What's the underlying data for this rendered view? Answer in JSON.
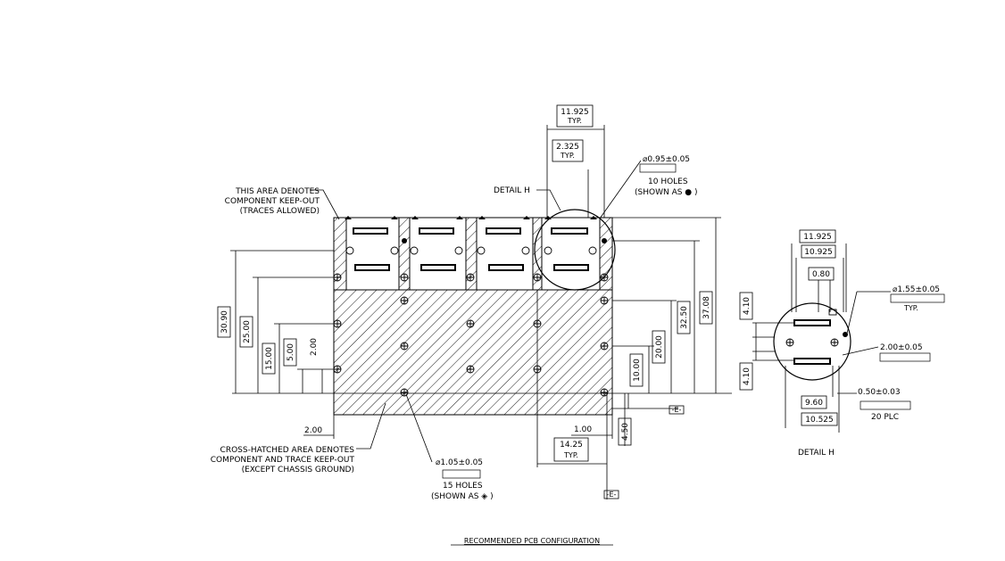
{
  "title": "RECOMMENDED PCB CONFIGURATION",
  "notes": {
    "keepout_component": [
      "THIS AREA DENOTES",
      "COMPONENT KEEP-OUT",
      "(TRACES ALLOWED)"
    ],
    "keepout_crosshatch": [
      "CROSS-HATCHED AREA DENOTES",
      "COMPONENT AND TRACE KEEP-OUT",
      "(EXCEPT CHASSIS GROUND)"
    ],
    "detail_callout": "DETAIL H",
    "detail_label": "DETAIL H"
  },
  "holes": {
    "small": {
      "diameter": "⌀0.95±0.05",
      "count": "10 HOLES",
      "shown_as": "(SHOWN AS ● )"
    },
    "large": {
      "diameter": "⌀1.05±0.05",
      "count": "15 HOLES",
      "shown_as": "(SHOWN AS ◈ )"
    }
  },
  "main_dims": {
    "top_typ": "11.925",
    "top_typ_note": "TYP.",
    "top_small": "2.325",
    "top_small_note": "TYP.",
    "d3090": "30.90",
    "d2500": "25.00",
    "d1500": "15.00",
    "d500": "5.00",
    "d200v": "2.00",
    "d3708": "37.08",
    "d3250": "32.50",
    "d2000": "20.00",
    "d1000": "10.00",
    "d200h": "2.00",
    "d100": "1.00",
    "d450": "4.50",
    "d1425": "14.25",
    "d1425_note": "TYP."
  },
  "detail_dims": {
    "d11925": "11.925",
    "d10925": "10.925",
    "d080": "0.80",
    "d410a": "4.10",
    "d410b": "4.10",
    "d960": "9.60",
    "d10525": "10.525",
    "hole_a": "⌀1.55±0.05",
    "hole_a_note": "TYP.",
    "hole_b": "2.00±0.05",
    "hole_c": "0.50±0.03",
    "hole_c_note": "20 PLC"
  },
  "datum": "-E-"
}
